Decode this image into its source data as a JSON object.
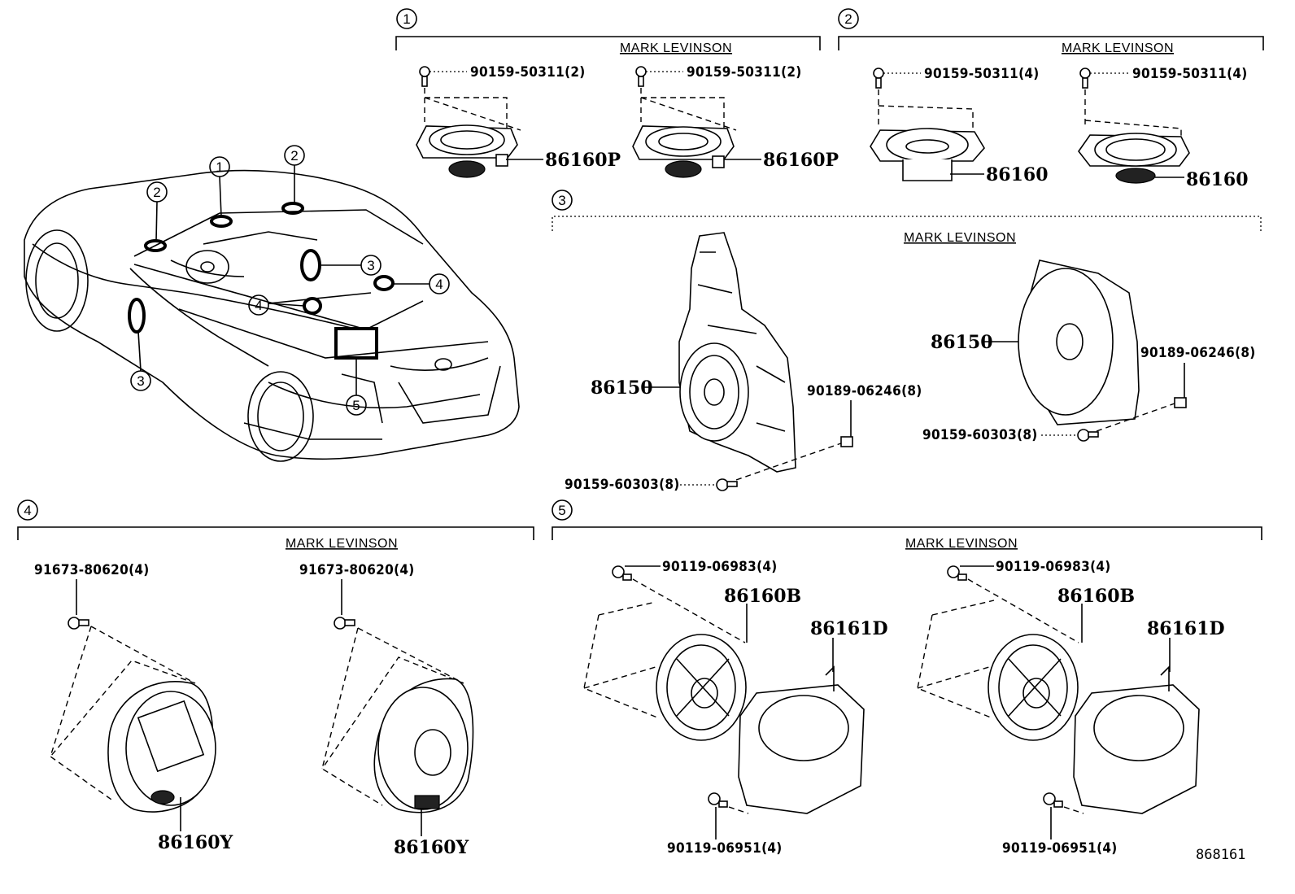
{
  "catalog_code": "868161",
  "brand_label": "MARK LEVINSON",
  "callouts": [
    "1",
    "2",
    "3",
    "4",
    "5"
  ],
  "group1": {
    "number": "1",
    "brand": "MARK LEVINSON",
    "left": {
      "screw": "90159-50311(2)",
      "speaker": "86160P"
    },
    "right": {
      "screw": "90159-50311(2)",
      "speaker": "86160P"
    }
  },
  "group2": {
    "number": "2",
    "brand": "MARK LEVINSON",
    "left": {
      "screw": "90159-50311(4)",
      "speaker": "86160"
    },
    "right": {
      "screw": "90159-50311(4)",
      "speaker": "86160"
    }
  },
  "group3": {
    "number": "3",
    "brand": "MARK LEVINSON",
    "left": {
      "speaker": "86150",
      "clip": "90189-06246(8)",
      "screw": "90159-60303(8)"
    },
    "right": {
      "speaker": "86150",
      "clip": "90189-06246(8)",
      "screw": "90159-60303(8)"
    }
  },
  "group4": {
    "number": "4",
    "brand": "MARK LEVINSON",
    "left": {
      "bolt": "91673-80620(4)",
      "speaker": "86160Y"
    },
    "right": {
      "bolt": "91673-80620(4)",
      "speaker": "86160Y"
    }
  },
  "group5": {
    "number": "5",
    "brand": "MARK LEVINSON",
    "left": {
      "screw_top": "90119-06983(4)",
      "speaker": "86160B",
      "box": "86161D",
      "screw_bottom": "90119-06951(4)"
    },
    "right": {
      "screw_top": "90119-06983(4)",
      "speaker": "86160B",
      "box": "86161D",
      "screw_bottom": "90119-06951(4)"
    }
  }
}
